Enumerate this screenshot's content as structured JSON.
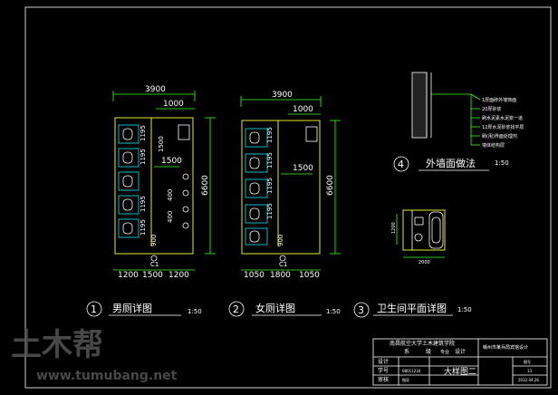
{
  "colors": {
    "background": "#000000",
    "lines": "#ffffff",
    "dimension": "#39ff14",
    "wall": "#ffff33",
    "fixture": "#00e5ff",
    "watermark": "#555555"
  },
  "mens": {
    "dim_top": "3900",
    "dim_door": "1000",
    "dim_right_total": "6600",
    "dim_bottom": [
      "1200",
      "1500",
      "1200"
    ],
    "stall_dims": [
      "1195",
      "1195",
      "1195",
      "1195"
    ],
    "dim_1500": "1500",
    "dim_1500_top": "1500",
    "dim_400a": "400",
    "dim_400b": "400",
    "dim_900": "900",
    "axis": "C1",
    "caption_no": "1",
    "caption": "男厕详图",
    "scale": "1:50"
  },
  "womens": {
    "dim_top": "3900",
    "dim_door": "1000",
    "dim_right_total": "6600",
    "dim_bottom": [
      "1050",
      "1800",
      "1050"
    ],
    "stall_dims": [
      "1195",
      "1195",
      "1195",
      "1195"
    ],
    "dim_1500": "1500",
    "dim_900": "900",
    "axis": "C1",
    "caption_no": "2",
    "caption": "女厕详图",
    "scale": "1:50"
  },
  "bath": {
    "caption_no": "3",
    "caption": "卫生间平面详图",
    "scale": "1:50",
    "dim_bottom": "2000",
    "dim_left": "1200"
  },
  "wall": {
    "caption_no": "4",
    "caption": "外墙面做法",
    "scale": "1:50",
    "layers": [
      "1厚面砖外墙饰面",
      "20厚砂浆",
      "刷水泥素水泥浆一道",
      "12厚水泥砂浆找平层",
      "刷(甩)界面处理剂",
      "墙体结构层"
    ]
  },
  "titleblock": {
    "school": "南昌航空大学土木建筑学院",
    "row1": [
      "系",
      "级",
      "专业",
      "设计"
    ],
    "project": "赣州市某兵局宾馆设计",
    "labels": [
      "设计",
      "学号",
      "审核"
    ],
    "values": [
      "",
      "08011234",
      "指导"
    ],
    "drawing_title": "大样图二",
    "no_label": "图号",
    "no_value": "13",
    "date": "2012.04.26"
  },
  "watermark": {
    "logo": "土木帮",
    "url": "www.tumubang.net"
  }
}
